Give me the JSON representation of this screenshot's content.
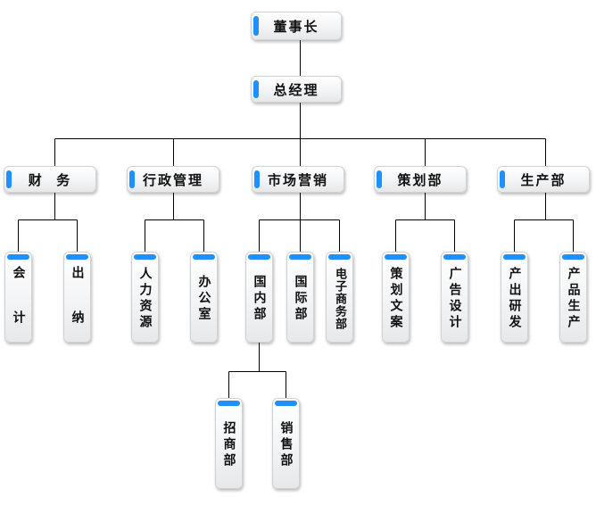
{
  "org_chart": {
    "chairman": "董事长",
    "general_manager": "总经理",
    "finance": {
      "label": "财  务",
      "children": [
        "会 计",
        "出 纳"
      ]
    },
    "administration": {
      "label": "行政管理",
      "children": [
        "人力资源",
        "办公室"
      ]
    },
    "marketing": {
      "label": "市场营销",
      "children": [
        "国内部",
        "国际部",
        "电子商务部"
      ],
      "domestic_children": [
        "招商部",
        "销售部"
      ]
    },
    "planning": {
      "label": "策划部",
      "children": [
        "策划文案",
        "广告设计"
      ]
    },
    "production": {
      "label": "生产部",
      "children": [
        "产出研发",
        "产品生产"
      ]
    }
  },
  "colors": {
    "accent": "#1e90ff",
    "line": "#000000"
  }
}
